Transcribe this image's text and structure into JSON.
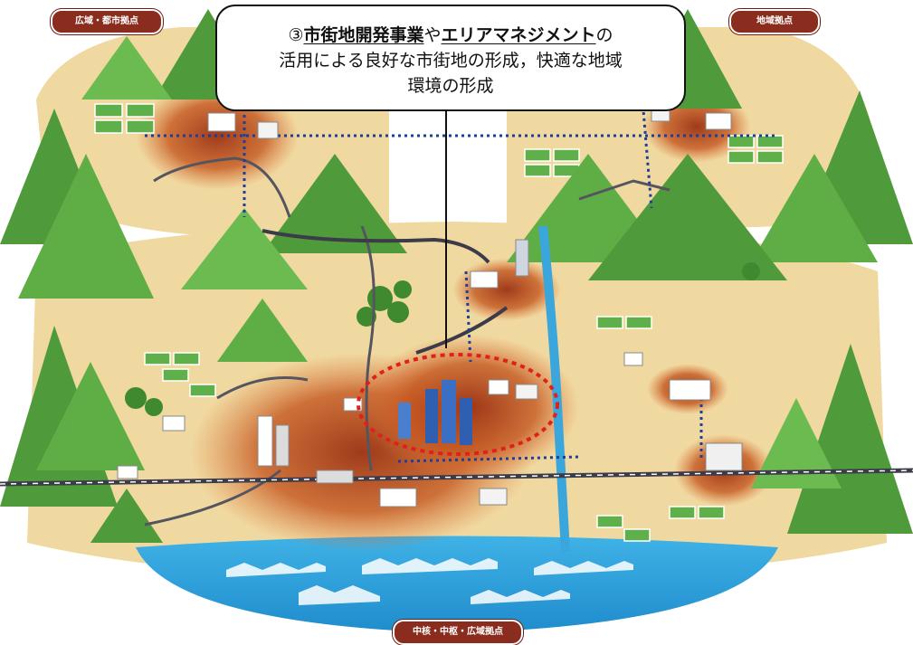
{
  "callout": {
    "number": "③",
    "term1": "市街地開発事業",
    "connector": "や",
    "term2": "エリアマネジメント",
    "particle": "の",
    "line2": "活用による良好な市街地の形成，快適な地域",
    "line3": "環境の形成"
  },
  "labels": {
    "top_left": "広域・都市拠点",
    "top_right": "地域拠点",
    "bottom": "中核・中枢・広域拠点"
  },
  "colors": {
    "sand": "#f0d9a0",
    "urban_glow": "#b8481c",
    "mountain": "#4f9a3a",
    "mountain_light": "#7cc35b",
    "sea": "#2a9fd8",
    "river": "#3aa6dc",
    "rail": "#3b3b4a",
    "transit_dots": "#1c3f9c",
    "highlight_ring": "#e0201a",
    "label_pill": "#8a2c1e"
  }
}
